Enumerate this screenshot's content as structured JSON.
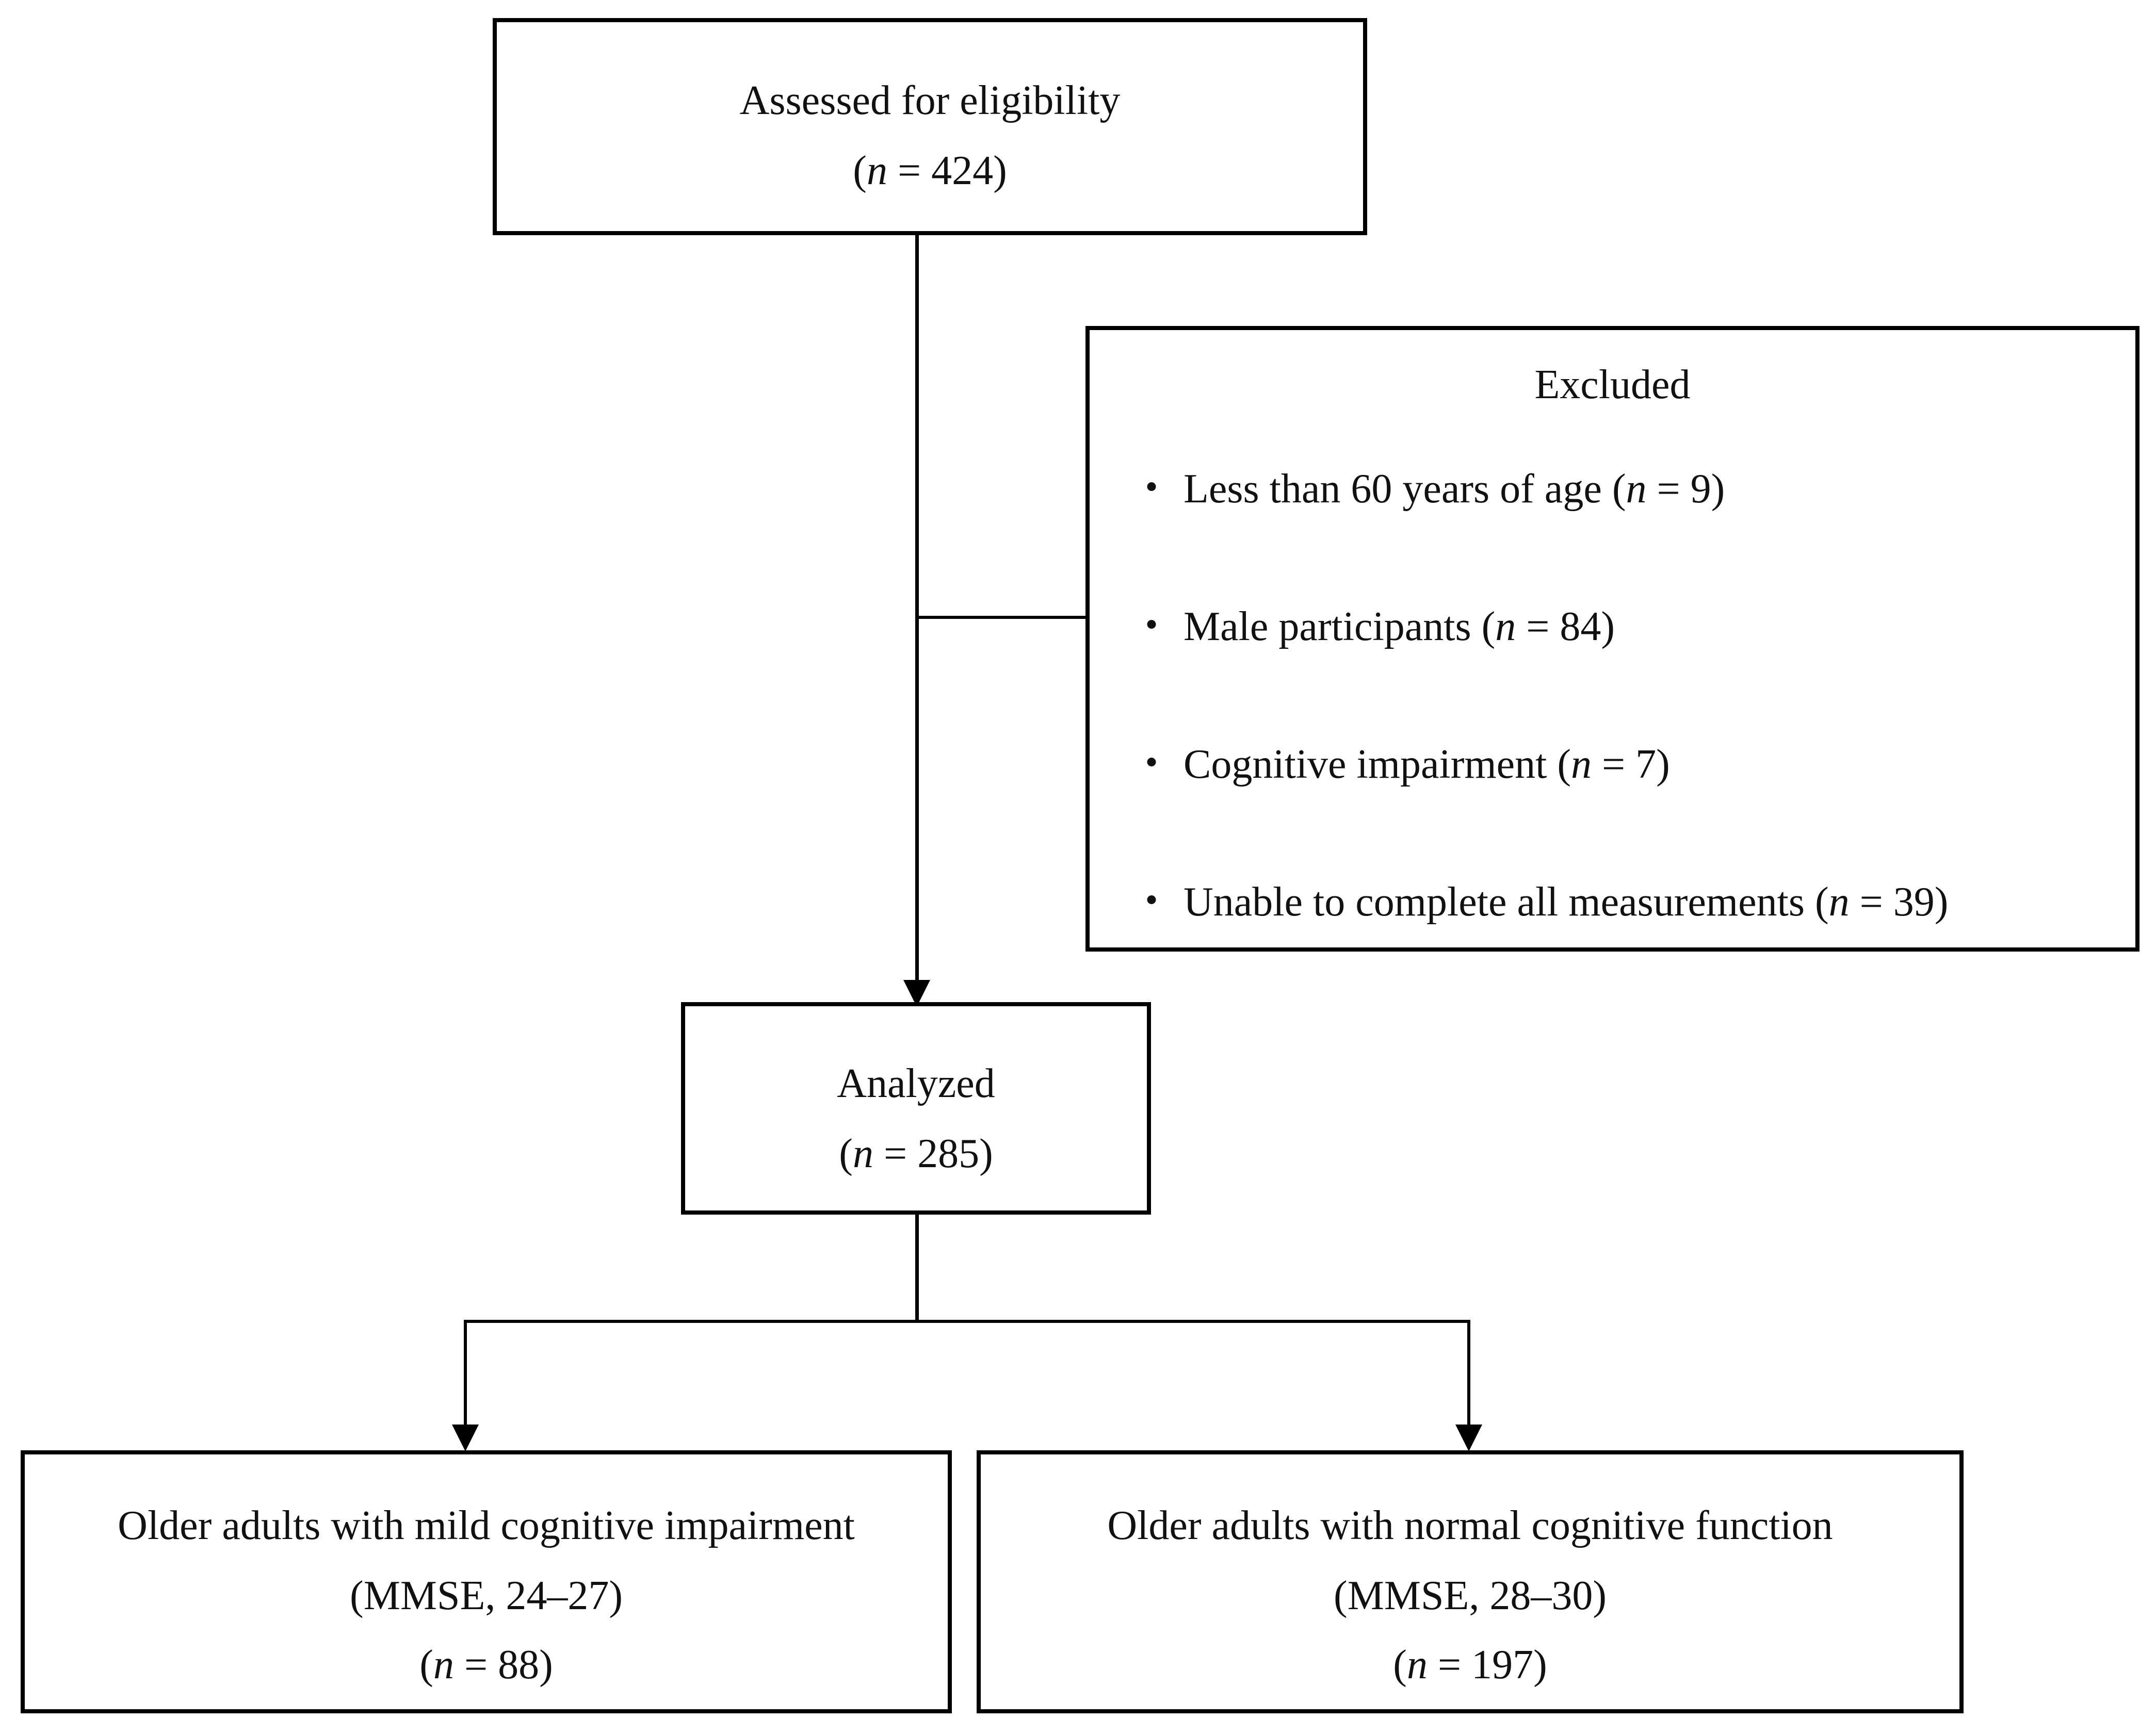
{
  "assessed": {
    "title": "Assessed for eligibility",
    "count": "424"
  },
  "excluded": {
    "title": "Excluded",
    "bullet": "・",
    "items": [
      {
        "label": "Less than 60 years of age",
        "count": "9"
      },
      {
        "label": "Male participants",
        "count": "84"
      },
      {
        "label": "Cognitive impairment",
        "count": "7"
      },
      {
        "label": "Unable to complete all measurements",
        "count": "39"
      }
    ]
  },
  "analyzed": {
    "title": "Analyzed",
    "count": "285"
  },
  "groups": [
    {
      "title": "Older adults with mild cognitive impairment",
      "mmse": "(MMSE, 24–27)",
      "count": "88"
    },
    {
      "title": "Older adults with normal cognitive function",
      "mmse": "(MMSE, 28–30)",
      "count": "197"
    }
  ],
  "n_symbol": "n",
  "eq": " = "
}
